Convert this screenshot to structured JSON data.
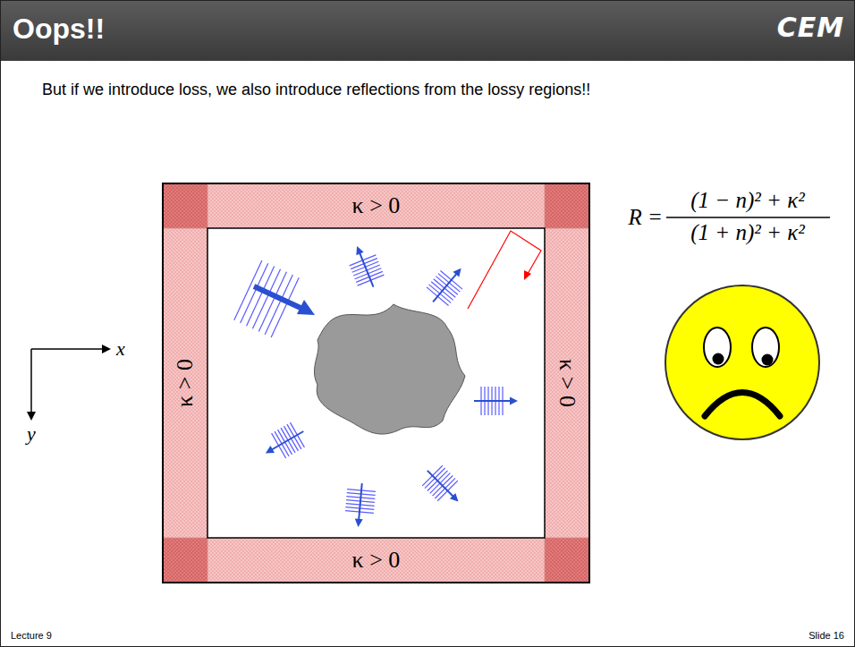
{
  "diagram": {
    "title": "Oops!!",
    "nodes": [
      {
        "text": [
          "κ > 0"
        ]
      },
      {
        "text": [
          "κ > 0"
        ]
      },
      {
        "text": [
          "κ > 0"
        ]
      },
      {
        "text": [
          "κ > 0"
        ]
      }
    ],
    "labels": [
      "But if we introduce loss, we also introduce reflections from the lossy regions!!",
      "R =",
      "(1 − n)² + κ²",
      "(1 + n)² + κ²",
      "x",
      "y",
      "CEM",
      "Lecture 9",
      "Slide 16"
    ]
  }
}
